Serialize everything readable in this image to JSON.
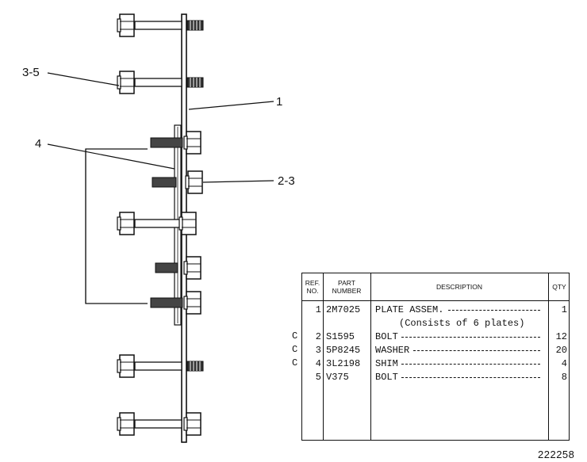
{
  "callouts": {
    "plate": "1",
    "washer_bolt": "2-3",
    "upper_bolt": "3-5",
    "shim": "4"
  },
  "figure_number": "222258",
  "parts_table": {
    "headers": {
      "ref_no": "REF. NO.",
      "part_number": "PART NUMBER",
      "description": "DESCRIPTION",
      "qty": "QTY"
    },
    "rows": [
      {
        "flag": "",
        "ref": "1",
        "part": "2M7025",
        "desc": "PLATE ASSEM.",
        "qty": "1"
      },
      {
        "flag": "",
        "ref": "",
        "part": "",
        "desc": "(Consists of 6 plates)",
        "qty": ""
      },
      {
        "flag": "C",
        "ref": "2",
        "part": "S1595",
        "desc": "BOLT",
        "qty": "12"
      },
      {
        "flag": "C",
        "ref": "3",
        "part": "5P8245",
        "desc": "WASHER",
        "qty": "20"
      },
      {
        "flag": "C",
        "ref": "4",
        "part": "3L2198",
        "desc": "SHIM",
        "qty": "4"
      },
      {
        "flag": "",
        "ref": "5",
        "part": "V375",
        "desc": "BOLT",
        "qty": "8"
      }
    ]
  }
}
